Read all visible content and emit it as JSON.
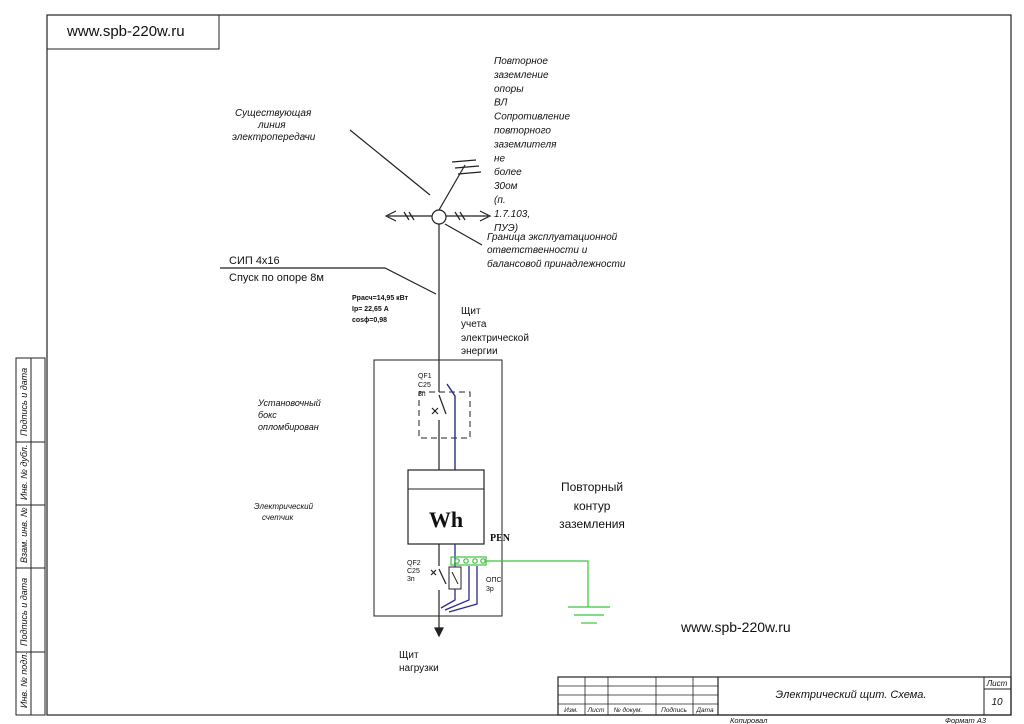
{
  "header": {
    "site_url": "www.spb-220w.ru"
  },
  "annotations": {
    "existing_line": [
      "Существующая",
      "линия",
      "электропередачи"
    ],
    "regrounding": [
      "Повторное",
      "заземление",
      "опоры",
      "ВЛ",
      "Сопротивление",
      "повторного",
      "заземлителя",
      "не",
      "более",
      "30ом",
      "(п.",
      "1.7.103,",
      "ПУЭ)"
    ],
    "boundary": [
      "Граница эксплуатационной",
      "ответственности и",
      "балансовой принадлежности"
    ],
    "cable_type": "СИП 4х16",
    "cable_descent": "Спуск по опоре 8м",
    "calc_params": [
      "Ррасч=14,95 кВт",
      "Iр= 22,65 А",
      "cosϕ=0,98"
    ],
    "panel_title": [
      "Щит",
      "учета",
      "электрической",
      "энергии"
    ],
    "install_box": [
      "Установочный",
      "бокс",
      "опломбирован"
    ],
    "meter_label": [
      "Электрический",
      "счетчик"
    ],
    "qf1": [
      "QF1",
      "C25",
      "3п"
    ],
    "qf2": [
      "QF2",
      "C25",
      "3п"
    ],
    "ops": [
      "ОПС",
      "3р"
    ],
    "meter_symbol": "Wh",
    "pen_label": "PEN",
    "ground_loop": [
      "Повторный",
      "контур",
      "заземления"
    ],
    "load_panel": [
      "Щит",
      "нагрузки"
    ],
    "footer_url": "www.spb-220w.ru"
  },
  "side_stamp": [
    "Подпись и дата",
    "Инв. № дубл.",
    "Взам. инв. №",
    "Подпись и дата",
    "Инв. № подл."
  ],
  "title_block": {
    "title": "Электрический щит. Схема.",
    "sheet_label": "Лист",
    "sheet_number": "10",
    "columns": [
      "Изм.",
      "Лист",
      "№ докум.",
      "Подпись",
      "Дата"
    ],
    "copied": "Копировал",
    "format": "Формат  А3"
  },
  "colors": {
    "phase_line": "#2a2a8c",
    "ground_line": "#3cc33c"
  }
}
